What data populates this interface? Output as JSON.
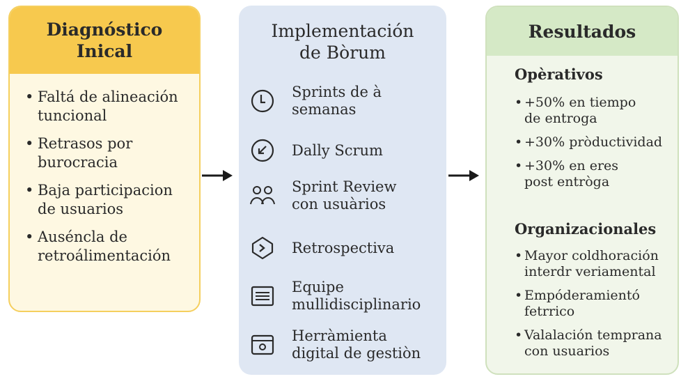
{
  "diagnostico": {
    "title": "Diagnóstico Inical",
    "items": [
      "Faltá de alineación tuncional",
      "Retrasos por burocracia",
      "Baja participacion de usuarios",
      "Auséncla de retroálimentación"
    ]
  },
  "implementacion": {
    "title": "Implementación de Bòrum",
    "items": [
      {
        "icon": "clock-icon",
        "label": "Sprints de à semanas"
      },
      {
        "icon": "return-arrow-icon",
        "label": "Dally Scrum"
      },
      {
        "icon": "users-icon",
        "label": "Sprint Review con usuàrios"
      },
      {
        "icon": "chevron-shield-icon",
        "label": "Retrospectiva"
      },
      {
        "icon": "document-lines-icon",
        "label": "Equipe mullidisciplinario"
      },
      {
        "icon": "browser-window-icon",
        "label": "Herràmienta digital de gestiòn"
      }
    ]
  },
  "resultados": {
    "title": "Resultados",
    "operativos": {
      "title": "Opèrativos",
      "items": [
        "+50% en tiempo de entroga",
        "+30% pròductividad",
        "+30% en eres post entròga"
      ]
    },
    "organizacionales": {
      "title": "Organizacionales",
      "items": [
        "Mayor coldhoración interdr veriamental",
        "Empóderamientó fetrrico",
        "Valalación temprana con usuarios"
      ]
    }
  },
  "colors": {
    "yellow": "#f7c94e",
    "blue_bg": "#dfe7f3",
    "green": "#d5e9c6",
    "arrow": "#1a1a1a"
  }
}
